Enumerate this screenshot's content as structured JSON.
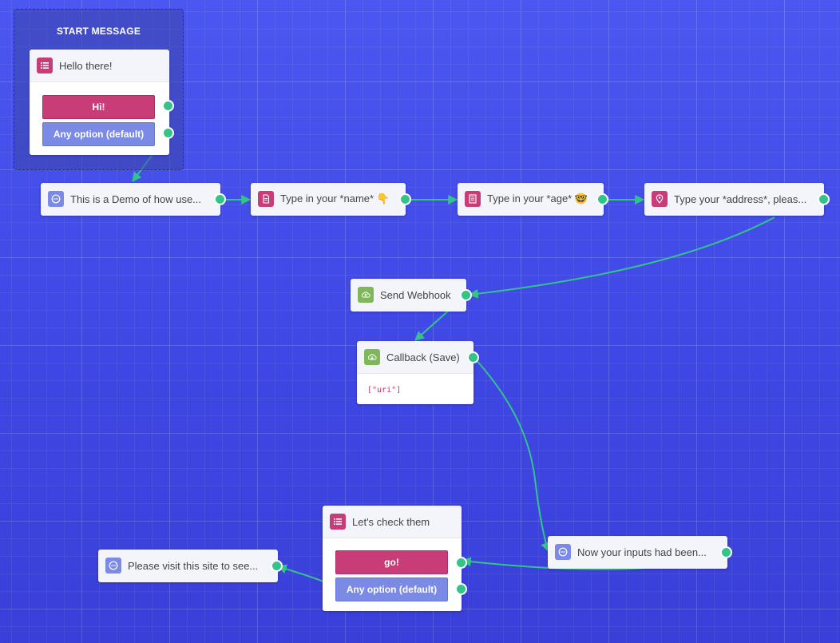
{
  "colors": {
    "canvas_bg": "#4650ea",
    "connector": "#33c48a",
    "option_primary": "#c83d77",
    "option_default": "#7b8ae4",
    "icon_list": "#c83d77",
    "icon_chat": "#7b8ae4",
    "icon_webhook": "#7fb85b"
  },
  "start_group": {
    "title": "START MESSAGE"
  },
  "nodes": {
    "hello": {
      "title": "Hello there!",
      "icon": "list-icon",
      "options": [
        "Hi!",
        "Any option (default)"
      ]
    },
    "demo": {
      "title": "This is a Demo of how use...",
      "icon": "chat-icon"
    },
    "name": {
      "title": "Type in your *name* 👇",
      "icon": "document-icon"
    },
    "age": {
      "title": "Type in your *age* 🤓",
      "icon": "form-icon"
    },
    "address": {
      "title": "Type your *address*, pleas...",
      "icon": "location-pin-icon"
    },
    "webhook": {
      "title": "Send Webhook",
      "icon": "cloud-upload-icon"
    },
    "callback": {
      "title": "Callback (Save)",
      "icon": "cloud-download-icon",
      "body": "[\"uri\"]"
    },
    "check": {
      "title": "Let's check them",
      "icon": "list-icon",
      "options": [
        "go!",
        "Any option (default)"
      ]
    },
    "visit": {
      "title": "Please visit this site to see...",
      "icon": "chat-icon"
    },
    "inputs": {
      "title": "Now your inputs had been...",
      "icon": "chat-icon"
    }
  }
}
